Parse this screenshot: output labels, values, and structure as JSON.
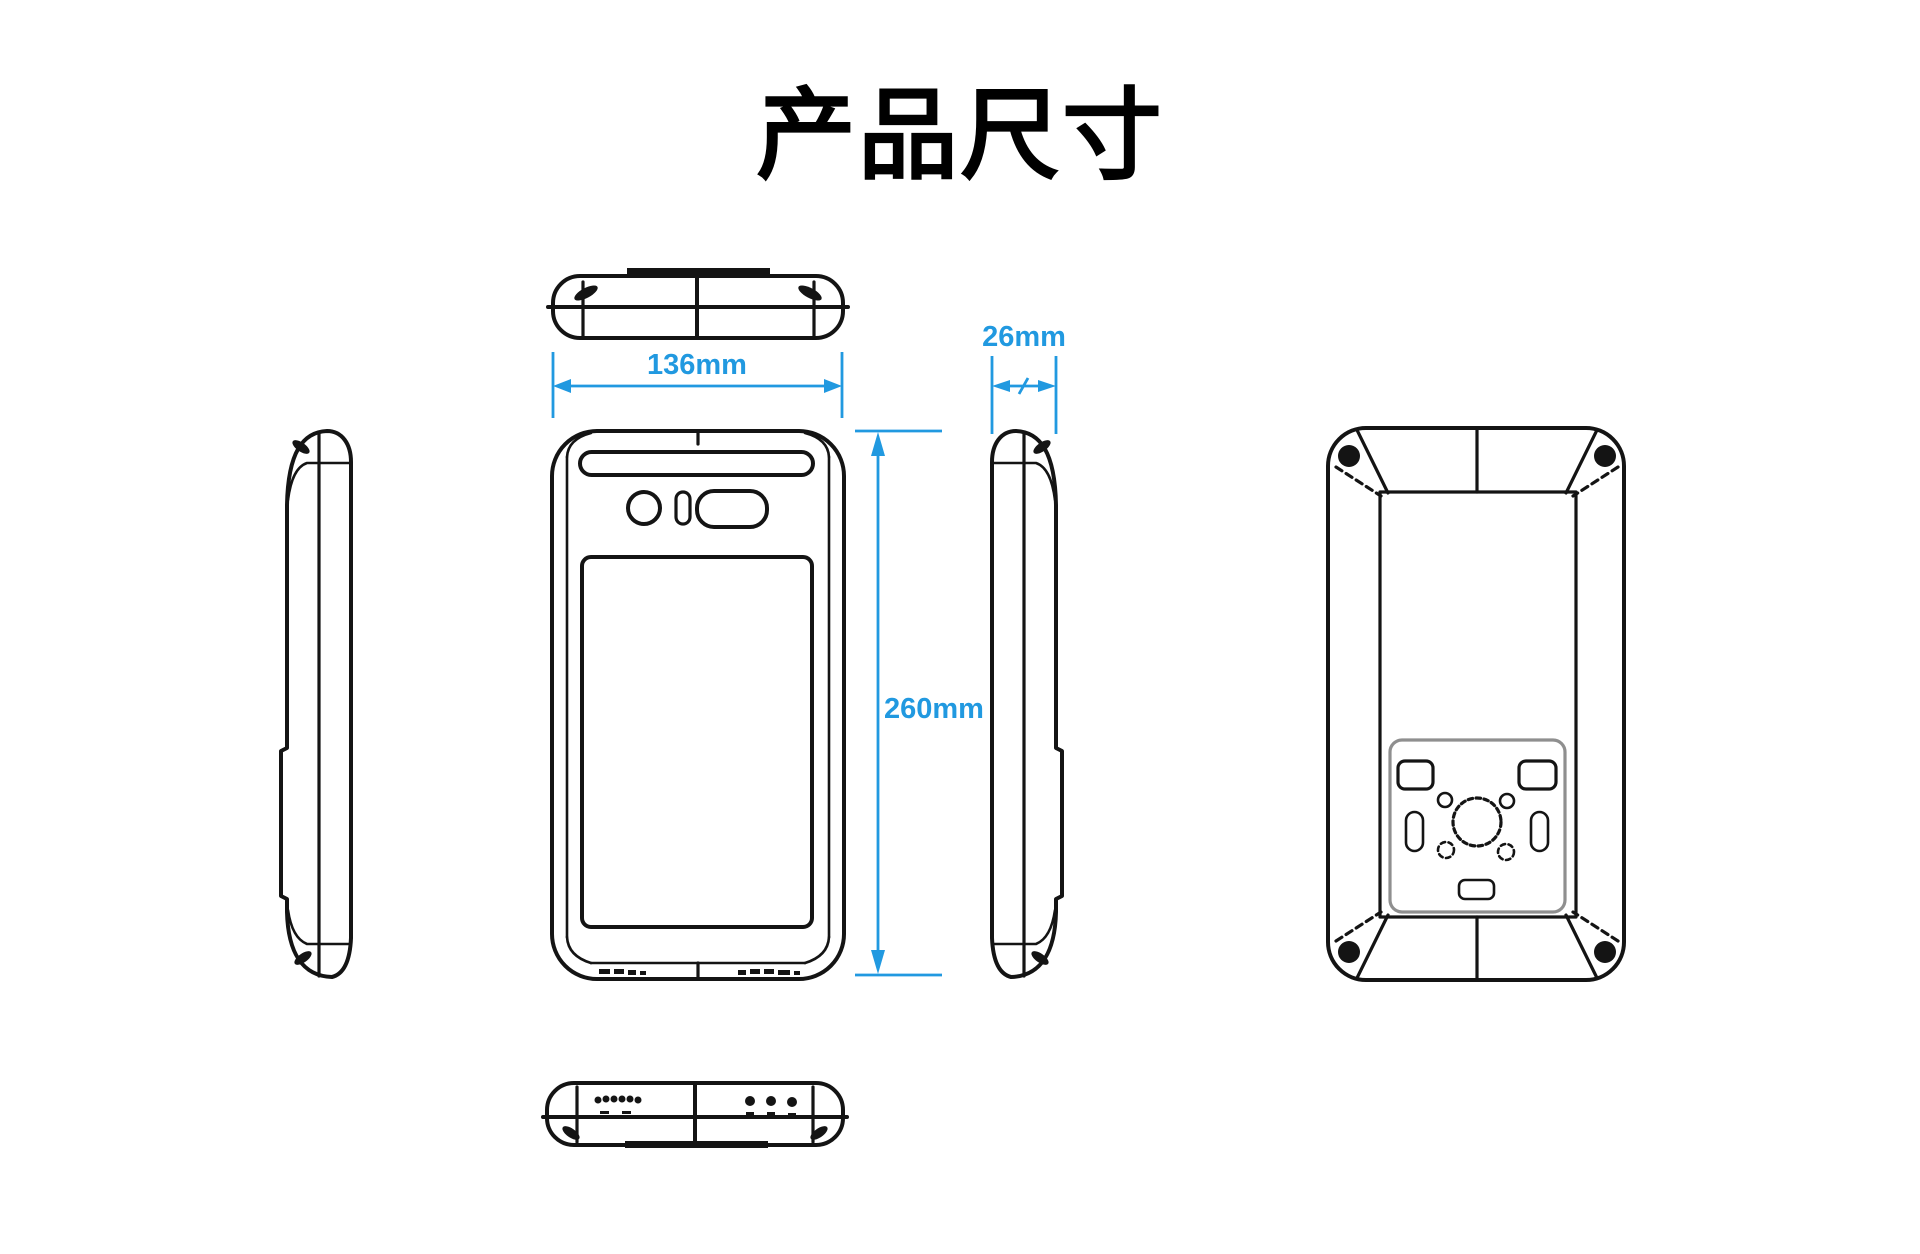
{
  "title": "产品尺寸",
  "dimensions": {
    "width": "136mm",
    "depth": "26mm",
    "height": "260mm"
  },
  "colors": {
    "background": "#ffffff",
    "line": "#141414",
    "dimension": "#2199e0",
    "plate": "#8f8f8f"
  }
}
